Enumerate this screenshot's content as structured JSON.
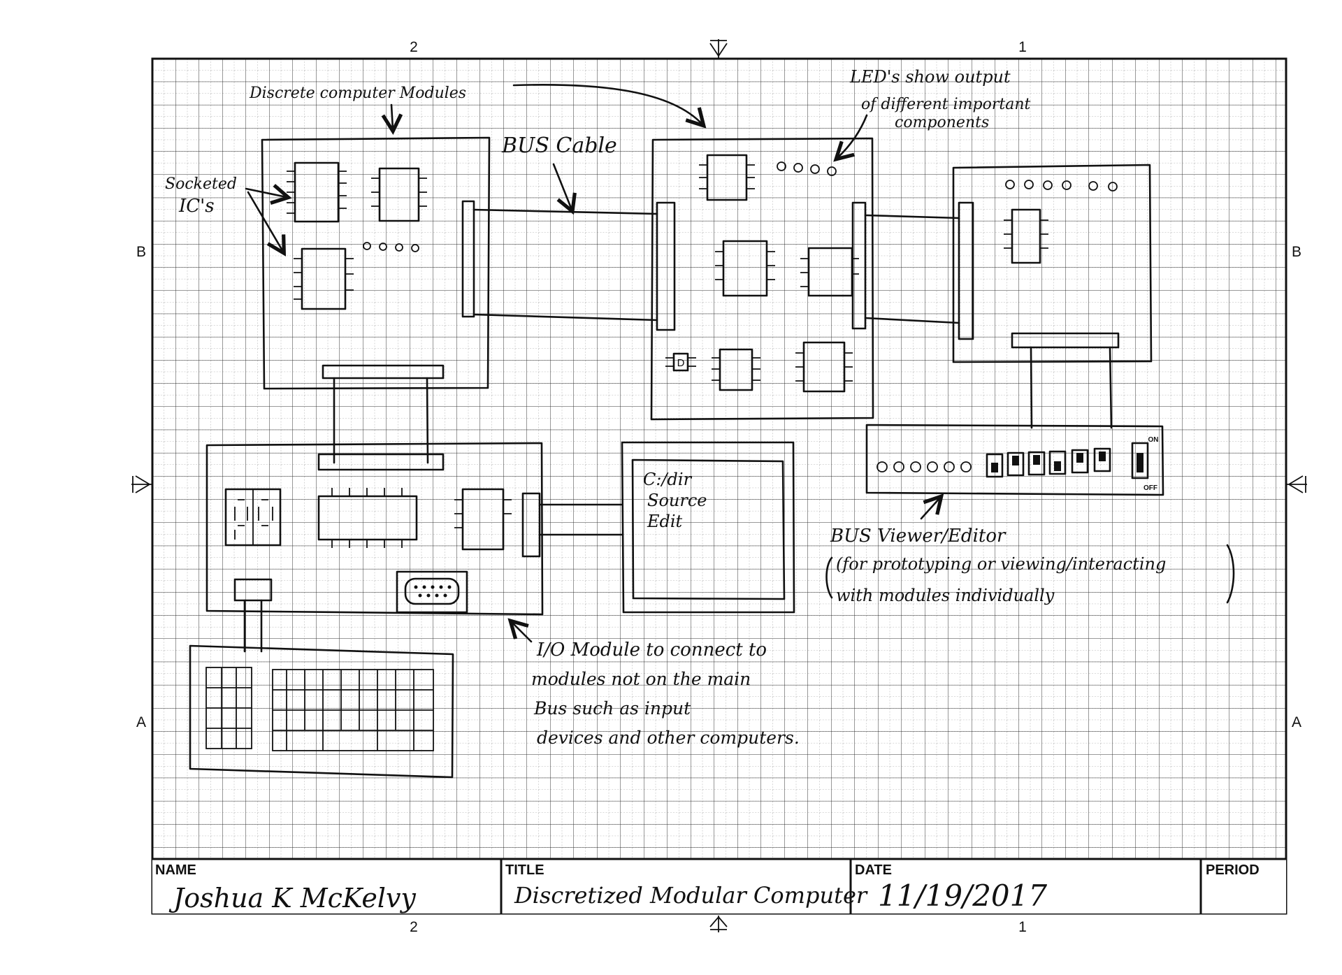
{
  "margin": {
    "col_top_left": "2",
    "col_top_right": "1",
    "col_bottom_left": "2",
    "col_bottom_right": "1",
    "row_upper_left": "B",
    "row_upper_right": "B",
    "row_lower_left": "A",
    "row_lower_right": "A"
  },
  "annotations": {
    "discrete_modules": "Discrete computer Modules",
    "leds_line1": "LED's show output",
    "leds_line2": "of different important",
    "leds_line3": "components",
    "bus_cable": "BUS Cable",
    "socketed_line1": "Socketed",
    "socketed_line2": "IC's",
    "bus_viewer_line1": "BUS Viewer/Editor",
    "bus_viewer_line2": "(for prototyping or viewing/interacting",
    "bus_viewer_line3": "with modules individually",
    "io_line1": "I/O Module to connect to",
    "io_line2": "modules not on the main",
    "io_line3": "Bus such as input",
    "io_line4": "devices and other computers.",
    "screen_line1": "C:/dir",
    "screen_line2": "Source",
    "screen_line3": "Edit",
    "switch_on": "ON",
    "switch_off": "OFF",
    "chip_label": "D"
  },
  "title_block": {
    "name_label": "NAME",
    "name_value": "Joshua K McKelvy",
    "title_label": "TITLE",
    "title_value": "Discretized Modular Computer",
    "date_label": "DATE",
    "date_value": "11/19/2017",
    "period_label": "PERIOD",
    "period_value": ""
  }
}
